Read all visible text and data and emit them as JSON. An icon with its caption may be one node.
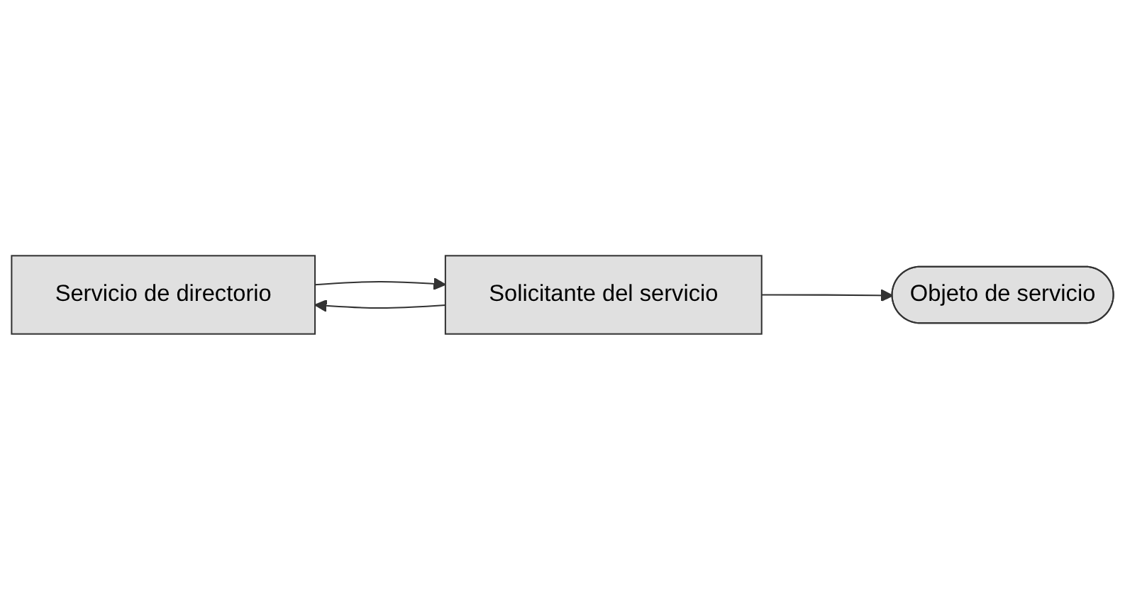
{
  "diagram": {
    "nodes": [
      {
        "text": [
          "Servicio de directorio"
        ]
      },
      {
        "text": [
          "Solicitante del servicio"
        ]
      },
      {
        "text": [
          "Objeto de servicio"
        ]
      }
    ],
    "edges": [
      {
        "from": 1,
        "to": 0,
        "arrow": "to"
      },
      {
        "from": 0,
        "to": 1,
        "arrow": "to"
      },
      {
        "from": 1,
        "to": 2,
        "arrow": "to"
      }
    ]
  }
}
